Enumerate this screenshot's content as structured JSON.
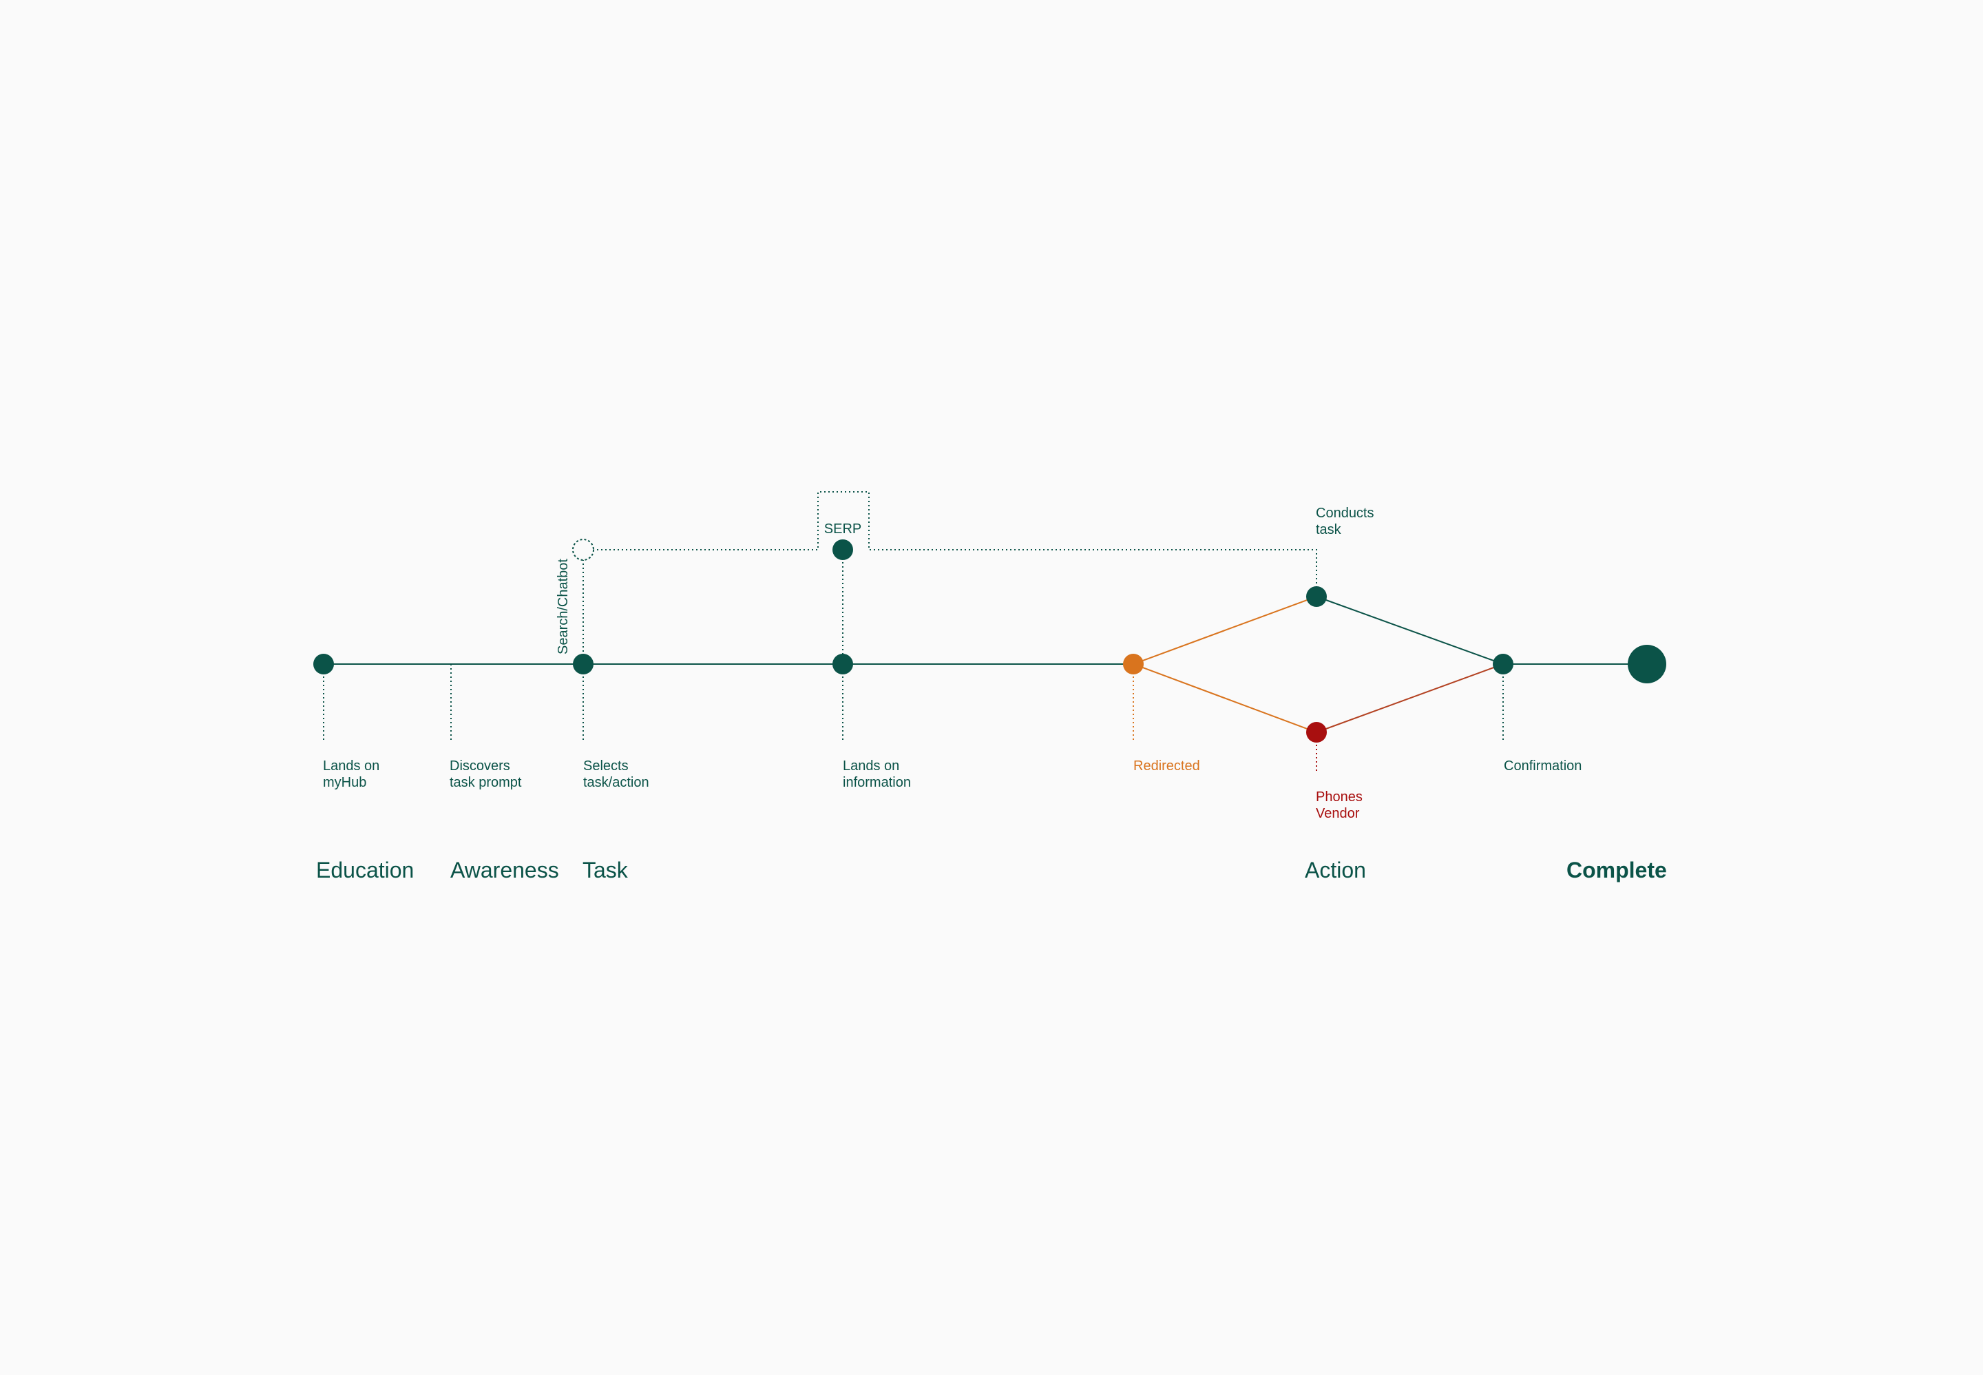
{
  "colors": {
    "primary": "#0b5348",
    "orange": "#d9741e",
    "red": "#a80f0f",
    "background": "#fafafa"
  },
  "nodes": {
    "lands_on_myhub": {
      "label_lines": [
        "Lands on",
        "myHub"
      ]
    },
    "discovers_task_prompt": {
      "label_lines": [
        "Discovers",
        "task prompt"
      ]
    },
    "selects_task_action": {
      "label_lines": [
        "Selects",
        "task/action"
      ]
    },
    "lands_on_information": {
      "label_lines": [
        "Lands on",
        "information"
      ]
    },
    "redirected": {
      "label_lines": [
        "Redirected"
      ]
    },
    "conducts_task": {
      "label_lines": [
        "Conducts",
        "task"
      ]
    },
    "phones_vendor": {
      "label_lines": [
        "Phones",
        "Vendor"
      ]
    },
    "confirmation": {
      "label_lines": [
        "Confirmation"
      ]
    },
    "serp": {
      "label": "SERP"
    },
    "search_chatbot": {
      "label": "Search/Chatbot"
    }
  },
  "stages": [
    {
      "id": "education",
      "label": "Education"
    },
    {
      "id": "awareness",
      "label": "Awareness"
    },
    {
      "id": "task",
      "label": "Task"
    },
    {
      "id": "action",
      "label": "Action"
    },
    {
      "id": "complete",
      "label": "Complete"
    }
  ]
}
